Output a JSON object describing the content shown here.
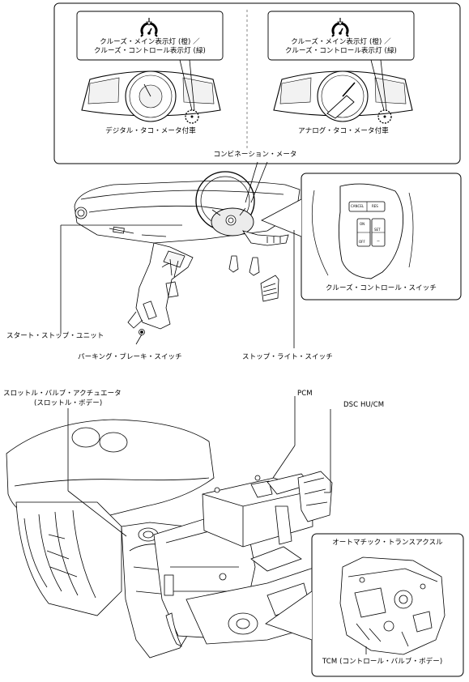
{
  "meter_panel": {
    "left": {
      "indicator_line1": "クルーズ・メイン表示灯 (橙) ／",
      "indicator_line2": "クルーズ・コントロール表示灯 (緑)",
      "caption": "デジタル・タコ・メータ付車"
    },
    "right": {
      "indicator_line1": "クルーズ・メイン表示灯 (橙) ／",
      "indicator_line2": "クルーズ・コントロール表示灯 (緑)",
      "caption": "アナログ・タコ・メータ付車"
    },
    "title": "コンビネーション・メータ"
  },
  "switch_panel": {
    "caption": "クルーズ・コントロール・スイッチ",
    "btn_cancel": "CANCEL",
    "btn_resume": "RES",
    "btn_on": "ON",
    "btn_off": "OFF",
    "btn_set": "SET"
  },
  "labels": {
    "start_stop": "スタート・ストップ・ユニット",
    "parking_brake": "パーキング・ブレーキ・スイッチ",
    "stop_light": "ストップ・ライト・スイッチ",
    "throttle_line1": "スロットル・バルブ・アクチュエータ",
    "throttle_line2": "(スロットル・ボデー)",
    "pcm": "PCM",
    "dsc": "DSC HU/CM",
    "auto_trans": "オートマチック・トランスアクスル",
    "tcm": "TCM (コントロール・バルブ・ボデー)"
  },
  "icons": [
    "cruise-indicator-icon"
  ],
  "colors": {
    "line": "#000000",
    "background": "#ffffff",
    "fill": "#f2f2f2"
  }
}
